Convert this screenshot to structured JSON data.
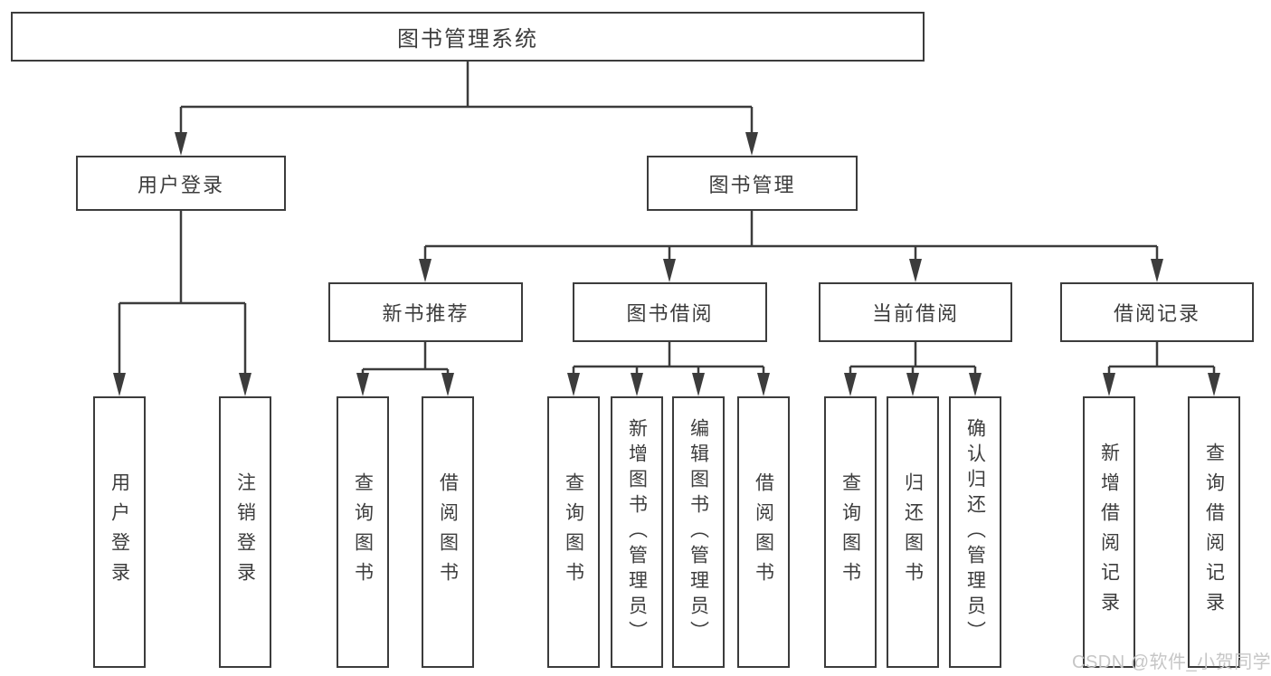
{
  "diagram": {
    "root": {
      "label": "图书管理系统"
    },
    "level2": [
      {
        "label": "用户登录"
      },
      {
        "label": "图书管理"
      }
    ],
    "level3": [
      {
        "label": "新书推荐"
      },
      {
        "label": "图书借阅"
      },
      {
        "label": "当前借阅"
      },
      {
        "label": "借阅记录"
      }
    ],
    "leaves": [
      {
        "label": "用户登录"
      },
      {
        "label": "注销登录"
      },
      {
        "label": "查询图书"
      },
      {
        "label": "借阅图书"
      },
      {
        "label": "查询图书"
      },
      {
        "label": "新增图书（管理员）"
      },
      {
        "label": "编辑图书（管理员）"
      },
      {
        "label": "借阅图书"
      },
      {
        "label": "查询图书"
      },
      {
        "label": "归还图书"
      },
      {
        "label": "确认归还（管理员）"
      },
      {
        "label": "新增借阅记录"
      },
      {
        "label": "查询借阅记录"
      }
    ],
    "watermark": "CSDN @软件_小贺同学",
    "colors": {
      "line": "#3c3c3c",
      "border": "#3c3c3c",
      "text": "#3d3d3d",
      "watermark": "#c6c6c6",
      "background": "#ffffff"
    }
  }
}
